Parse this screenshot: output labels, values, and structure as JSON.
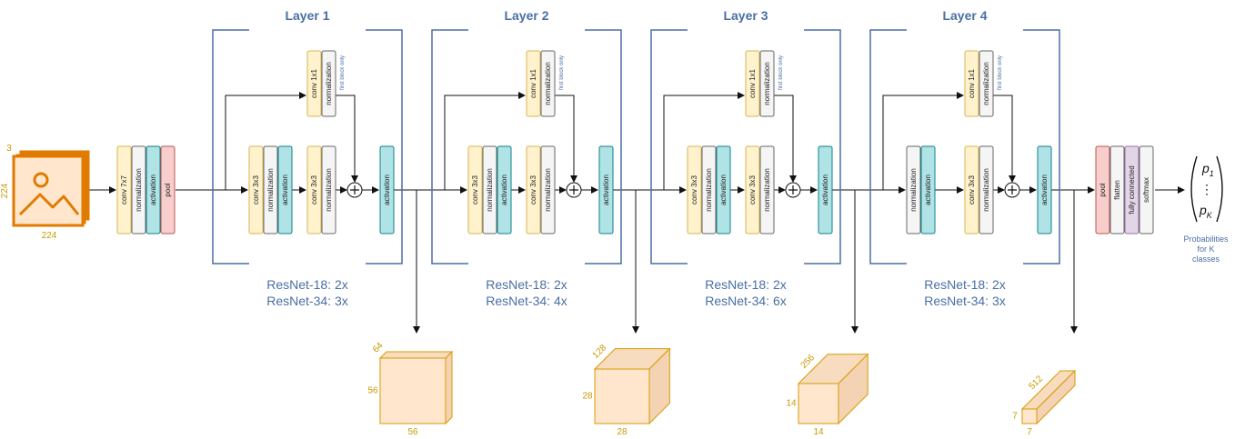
{
  "colors": {
    "conv_fill": "#fff2cc",
    "conv_stroke": "#d6b656",
    "norm_fill": "#f5f5f5",
    "norm_stroke": "#666666",
    "act_fill": "#b0e3e6",
    "act_stroke": "#0e8088",
    "pool_fill": "#f8cecc",
    "pool_stroke": "#b85450",
    "fc_fill": "#e1d5e7",
    "fc_stroke": "#9673a6",
    "accent_blue": "#4a6fa5",
    "orange": "#e07b00",
    "gold": "#c79a00",
    "cube_front": "#ffe6cc",
    "cube_side": "#f3d3b3",
    "cube_top": "#f7dcc0",
    "cube_stroke": "#d79b00"
  },
  "input": {
    "icon": "image-icon",
    "channels": "3",
    "width": "224",
    "height": "224"
  },
  "stem": {
    "blocks": [
      "conv 7x7",
      "normalization",
      "activation",
      "pool"
    ]
  },
  "layers": [
    {
      "title": "Layer 1",
      "repeat_18": "ResNet-18: 2x",
      "repeat_34": "ResNet-34: 3x",
      "output": {
        "depth": "64",
        "h": "56",
        "w": "56"
      }
    },
    {
      "title": "Layer 2",
      "repeat_18": "ResNet-18: 2x",
      "repeat_34": "ResNet-34: 4x",
      "output": {
        "depth": "128",
        "h": "28",
        "w": "28"
      }
    },
    {
      "title": "Layer 3",
      "repeat_18": "ResNet-18: 2x",
      "repeat_34": "ResNet-34: 6x",
      "output": {
        "depth": "256",
        "h": "14",
        "w": "14"
      }
    },
    {
      "title": "Layer 4",
      "repeat_18": "ResNet-18: 2x",
      "repeat_34": "ResNet-34: 3x",
      "output": {
        "depth": "512",
        "h": "7",
        "w": "7"
      }
    }
  ],
  "block": {
    "conv1": "conv 3x3",
    "conv2": "conv 3x3",
    "shortcut_conv": "conv 1x1",
    "norm": "normalization",
    "act": "activation",
    "first_block_only": "first block only"
  },
  "head": {
    "blocks": [
      "pool",
      "flatten",
      "fully connected",
      "softmax"
    ]
  },
  "output": {
    "top": "p",
    "top_sub": "1",
    "dots": "⋮",
    "bottom": "p",
    "bottom_sub": "K",
    "caption": [
      "Probabilities",
      "for K",
      "classes"
    ]
  }
}
